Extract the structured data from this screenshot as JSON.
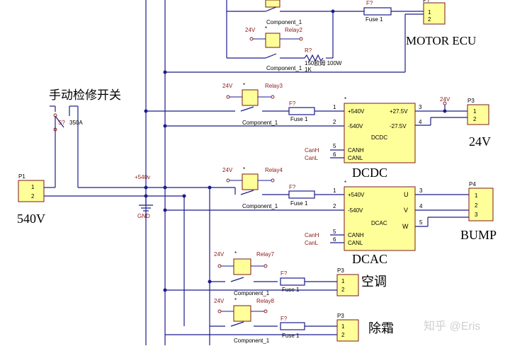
{
  "labels": {
    "motor_ecu": "MOTOR ECU",
    "manual_switch": "手动检修开关",
    "v540": "540V",
    "v24": "24V",
    "dcdc": "DCDC",
    "dcac": "DCAC",
    "bump": "BUMP",
    "ac": "空调",
    "defrost": "除霜",
    "watermark": "知乎 @Eris"
  },
  "parts": {
    "p1": "P1",
    "p3": "P3",
    "p4": "P4",
    "p_q": "P?",
    "s7": "S?",
    "s7_rating": "350A",
    "fuse_q": "F?",
    "fuse1": "Fuse 1",
    "r_q": "R?",
    "resistor_val": "150欧姆 100W",
    "resistor_1k": "1K",
    "component1": "Component_1",
    "relay2": "Relay2",
    "relay3": "Relay3",
    "relay4": "Relay4",
    "relay7": "Relay7",
    "relay8": "Relay8",
    "v24_small": "24V",
    "plus540v": "+540v",
    "gnd": "GND",
    "star": "*",
    "pin1": "1",
    "pin2": "2",
    "pin3": "3",
    "pin4": "4",
    "pin5": "5",
    "pin6": "6"
  },
  "dcdc_block": {
    "in_pos": "+540V",
    "in_neg": "-540V",
    "out_pos": "+27.5V",
    "out_neg": "-27.5V",
    "name": "DCDC",
    "canh": "CANH",
    "canl": "CANL"
  },
  "dcac_block": {
    "in_pos": "+540V",
    "in_neg": "-540V",
    "u": "U",
    "v": "V",
    "w": "W",
    "name": "DCAC",
    "canh": "CANH",
    "canl": "CANL"
  },
  "can": {
    "canh": "CanH",
    "canl": "CanL"
  },
  "colors": {
    "wire": "#1c1c8c",
    "component_fill": "#ffff99",
    "component_border": "#7a1a1a"
  }
}
